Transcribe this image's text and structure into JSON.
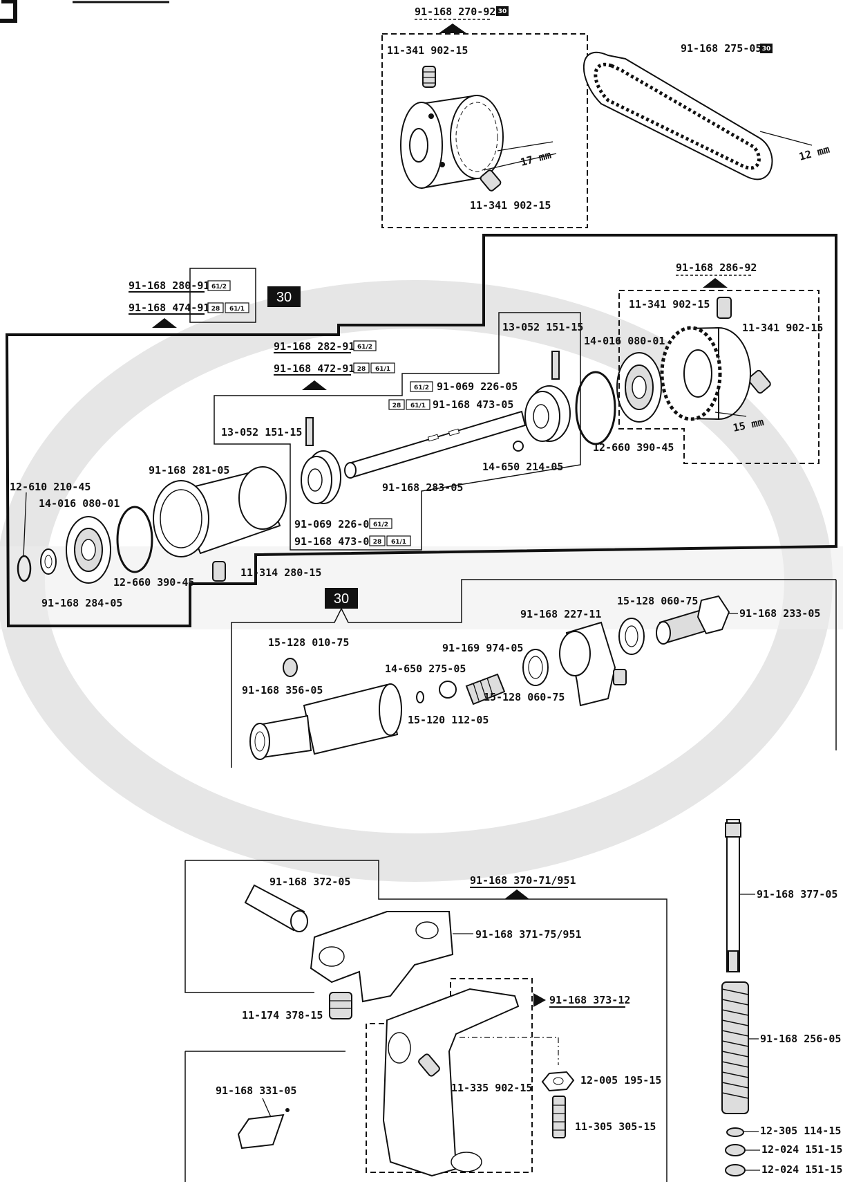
{
  "groups": {
    "pulley_set_top": "91-168 270-92",
    "belt": "91-168 275-05",
    "shaft_assembly_a": "91-168 280-91",
    "shaft_assembly_b": "91-168 474-91",
    "shaft_sub_a": "91-168 282-91",
    "shaft_sub_b": "91-168 472-91",
    "pulley_set_right": "91-168 286-92",
    "lever_assembly": "91-168 370-71/951",
    "lever_sub": "91-168 373-12"
  },
  "badges": {
    "b30": "30",
    "b28": "28",
    "b61_1": "61/1",
    "b61_2": "61/2"
  },
  "dimensions": {
    "d17": "17 mm",
    "d12": "12 mm",
    "d15": "15 mm"
  },
  "parts": {
    "p_screw_top_a": "11-341 902-15",
    "p_screw_top_b": "11-341 902-15",
    "p_screw_right_a": "11-341 902-15",
    "p_screw_right_b": "11-341 902-15",
    "p_pin_a": "13-052 151-15",
    "p_pin_b": "13-052 151-15",
    "p_bearing_a": "14-016 080-01",
    "p_bearing_b": "14-016 080-01",
    "p_ring_a": "12-660 390-45",
    "p_ring_b": "12-660 390-45",
    "p_flange_a1": "91-069 226-05",
    "p_flange_a2": "91-168 473-05",
    "p_flange_b1": "91-069 226-05",
    "p_flange_b2": "91-168 473-05",
    "p_ball_a": "14-650 214-05",
    "p_shaft": "91-168 283-05",
    "p_housing": "91-168 281-05",
    "p_circlip": "12-610 210-45",
    "p_washer": "91-168 284-05",
    "p_setscrew_mid": "11-314 280-15",
    "p_washer_small": "15-128 010-75",
    "p_sleeve": "91-168 356-05",
    "p_ball_b": "14-650 275-05",
    "p_disc": "15-120 112-05",
    "p_spring_small": "91-169 974-05",
    "p_washer_c": "15-128 060-75",
    "p_washer_d": "15-128 060-75",
    "p_elbow": "91-168 227-11",
    "p_bolt": "91-168 233-05",
    "p_roller": "91-168 372-05",
    "p_lever": "91-168 371-75/951",
    "p_screw_lever": "11-174 378-15",
    "p_plate": "91-168 331-05",
    "p_screw_sub": "11-335 902-15",
    "p_nut": "12-005 195-15",
    "p_stud": "11-305 305-15",
    "p_rod": "91-168 377-05",
    "p_spring_long": "91-168 256-05",
    "p_washer_e": "12-305 114-15",
    "p_nut_a": "12-024 151-15",
    "p_nut_b": "12-024 151-15"
  }
}
